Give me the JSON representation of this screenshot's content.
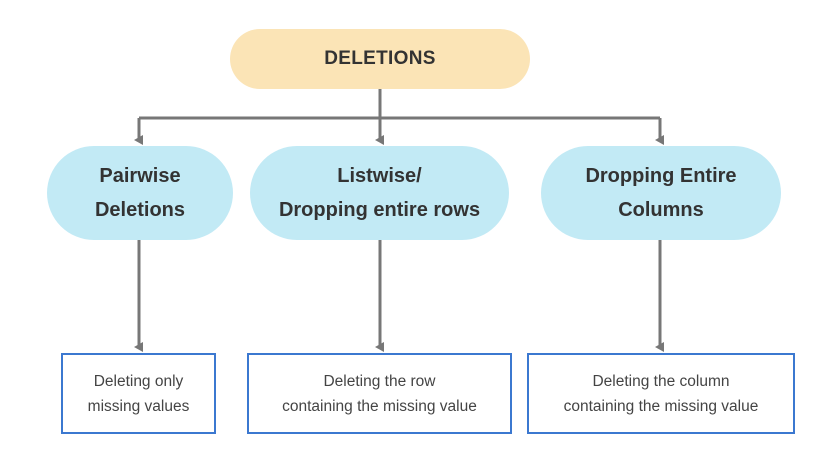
{
  "colors": {
    "root_fill": "#fbe4b6",
    "category_fill": "#c2eaf5",
    "description_border": "#3b78d0",
    "connector": "#777777"
  },
  "root": {
    "label": "DELETIONS"
  },
  "categories": [
    {
      "line1": "Pairwise",
      "line2": "Deletions",
      "description_line1": "Deleting only",
      "description_line2": "missing values"
    },
    {
      "line1": "Listwise/",
      "line2": "Dropping entire rows",
      "description_line1": "Deleting the row",
      "description_line2": "containing the missing value"
    },
    {
      "line1": "Dropping Entire",
      "line2": "Columns",
      "description_line1": "Deleting the column",
      "description_line2": "containing the missing value"
    }
  ]
}
